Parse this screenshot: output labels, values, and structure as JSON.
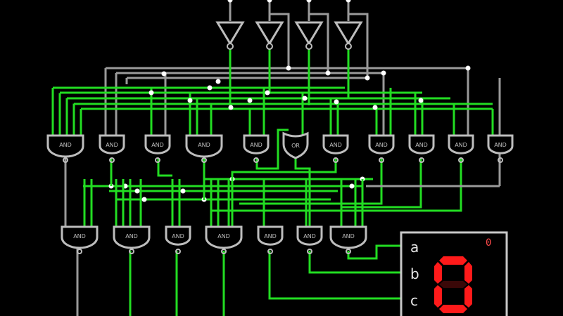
{
  "colors": {
    "background": "#000000",
    "wire_off": "#9a9a9a",
    "wire_on": "#22dd22",
    "gate": "#bdbdbd",
    "segment_on": "#ff1a1a",
    "segment_off": "#3a0808",
    "display_border": "#c8c8c8",
    "label": "#e8e8e8"
  },
  "display": {
    "inputs": [
      {
        "label": "a"
      },
      {
        "label": "b"
      },
      {
        "label": "c"
      }
    ],
    "digit": "0",
    "segments_on": {
      "top": true,
      "upper_left": true,
      "upper_right": true,
      "middle": false,
      "lower_left": true,
      "lower_right": true,
      "bottom": true
    }
  },
  "gates": {
    "inverters": 4,
    "top_row": [
      "AND",
      "AND",
      "AND",
      "AND",
      "AND",
      "OR",
      "AND",
      "AND",
      "AND",
      "AND",
      "AND"
    ],
    "bottom_row": [
      "AND",
      "AND",
      "AND",
      "AND",
      "AND",
      "AND",
      "AND"
    ]
  }
}
